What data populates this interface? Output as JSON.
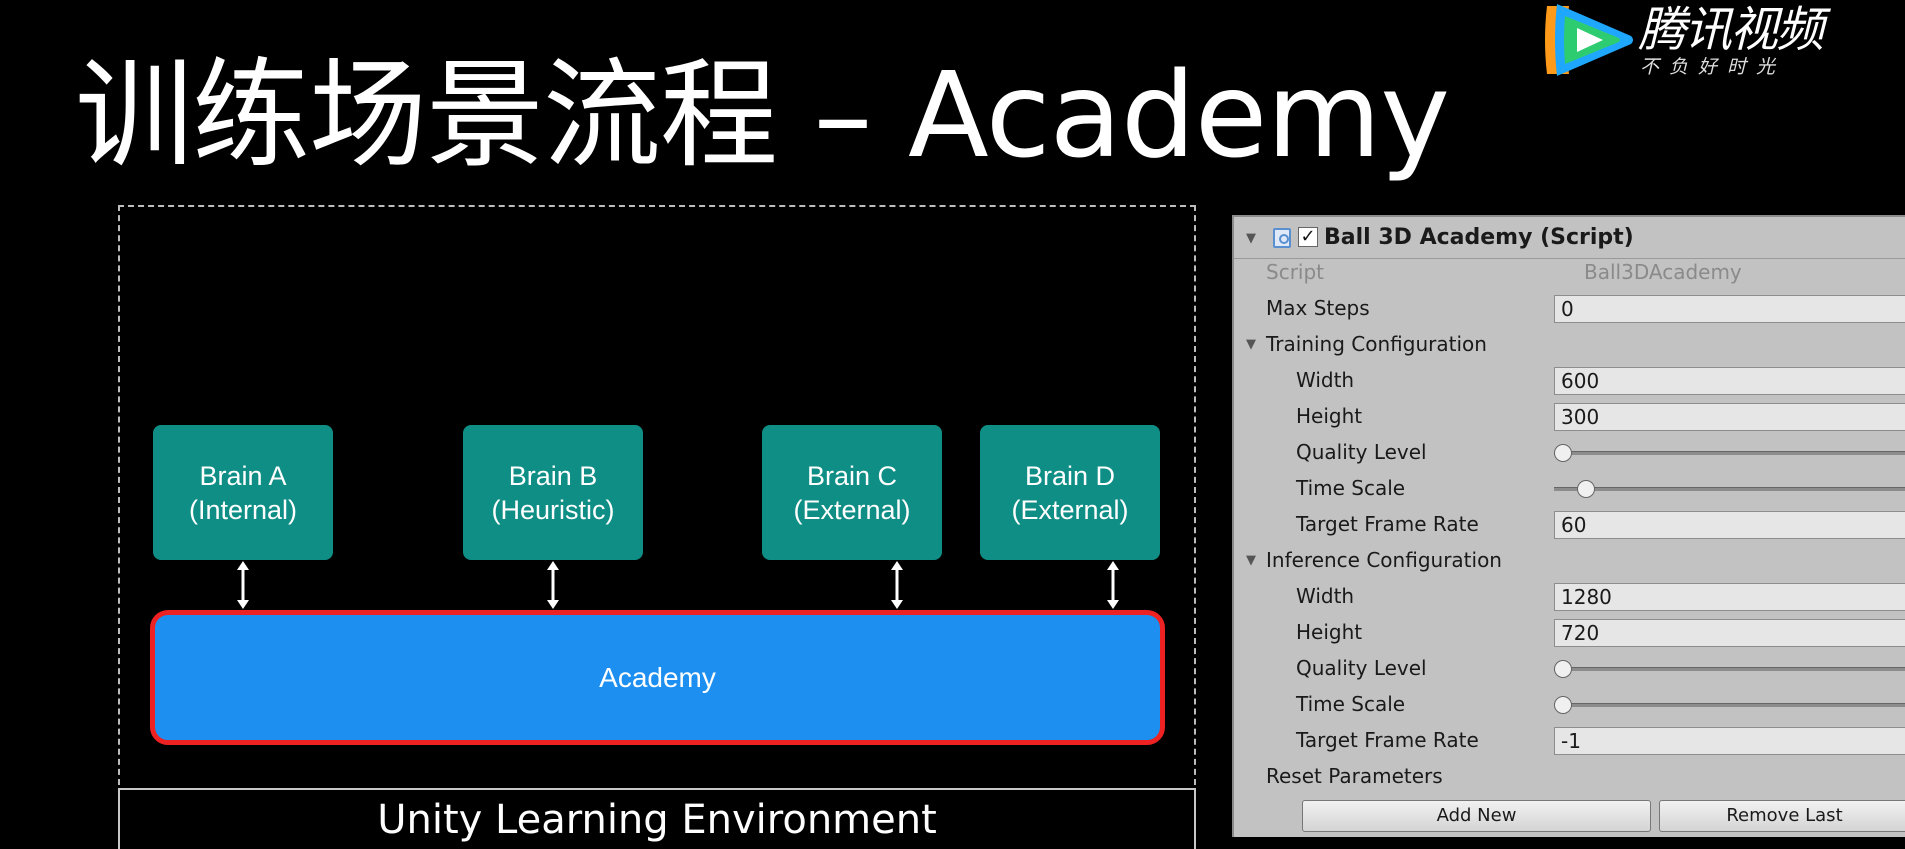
{
  "title": "训练场景流程 – Academy",
  "logo": {
    "name": "腾讯视频",
    "slogan": "不负好时光",
    "icon": "tencent-video-play-icon",
    "colors": {
      "orange": "#ff9a1a",
      "green": "#2ecc71",
      "blue": "#1ea7fd"
    }
  },
  "diagram": {
    "brains": [
      {
        "name": "Brain A",
        "type": "(Internal)"
      },
      {
        "name": "Brain B",
        "type": "(Heuristic)"
      },
      {
        "name": "Brain C",
        "type": "(External)"
      },
      {
        "name": "Brain D",
        "type": "(External)"
      }
    ],
    "academy": "Academy",
    "environment": "Unity Learning Environment",
    "colors": {
      "brain": "#0f8e86",
      "academy": "#1d8ff0",
      "academy_border": "#e22222"
    }
  },
  "inspector": {
    "component_title": "Ball 3D Academy (Script)",
    "enabled": true,
    "script_label": "Script",
    "script_value": "Ball3DAcademy",
    "max_steps_label": "Max Steps",
    "max_steps_value": "0",
    "training": {
      "header": "Training Configuration",
      "width_label": "Width",
      "width_value": "600",
      "height_label": "Height",
      "height_value": "300",
      "quality_label": "Quality Level",
      "quality_fraction": 0.0,
      "timescale_label": "Time Scale",
      "timescale_fraction": 0.07,
      "framerate_label": "Target Frame Rate",
      "framerate_value": "60"
    },
    "inference": {
      "header": "Inference Configuration",
      "width_label": "Width",
      "width_value": "1280",
      "height_label": "Height",
      "height_value": "720",
      "quality_label": "Quality Level",
      "quality_fraction": 0.0,
      "timescale_label": "Time Scale",
      "timescale_fraction": 0.0,
      "framerate_label": "Target Frame Rate",
      "framerate_value": "-1"
    },
    "reset_label": "Reset Parameters",
    "add_new": "Add New",
    "remove_last": "Remove Last"
  }
}
